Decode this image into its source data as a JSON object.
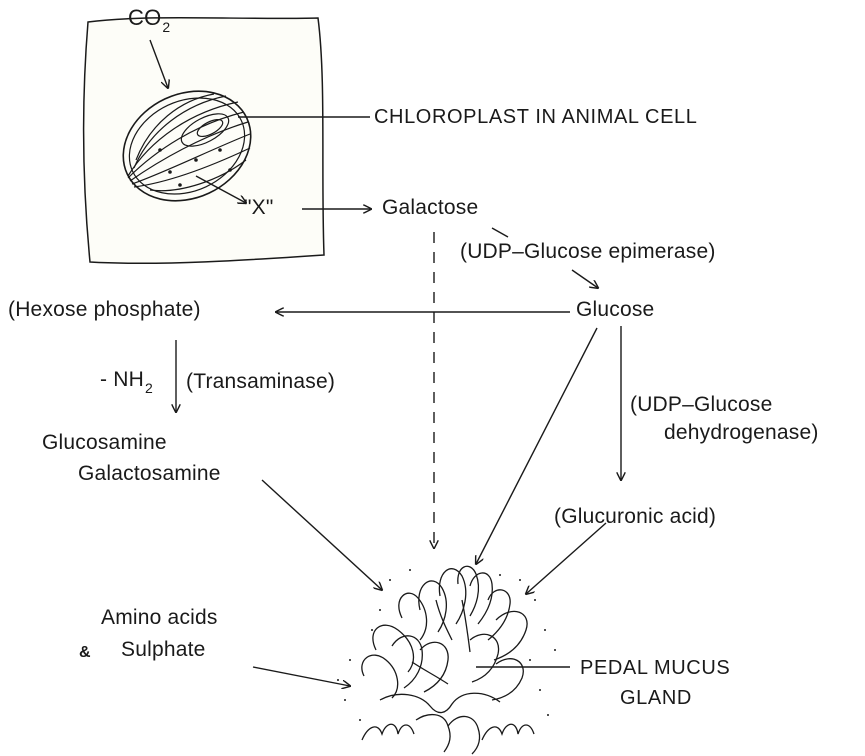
{
  "co2": {
    "base": "CO",
    "sub": "2"
  },
  "chloroplast_label": "CHLOROPLAST IN ANIMAL CELL",
  "x_product": "\"X\"",
  "galactose": "Galactose",
  "epimerase": "(UDP–Glucose epimerase)",
  "glucose": "Glucose",
  "hexose_phosphate": "(Hexose phosphate)",
  "nh2": {
    "base": "- NH",
    "sub": "2"
  },
  "transaminase": "(Transaminase)",
  "glucosamine": "Glucosamine",
  "galactosamine": "Galactosamine",
  "dehydrogenase": {
    "line1": "(UDP–Glucose",
    "line2": "dehydrogenase)"
  },
  "glucuronic_acid": "(Glucuronic acid)",
  "amino_acids": {
    "line1": "Amino acids",
    "amp": "&",
    "line2": "Sulphate"
  },
  "pedal_gland": {
    "line1": "PEDAL MUCUS",
    "line2": "GLAND"
  },
  "colors": {
    "ink": "#1a1a1a",
    "cell_fill": "#fdfdf8",
    "background": "#ffffff"
  }
}
